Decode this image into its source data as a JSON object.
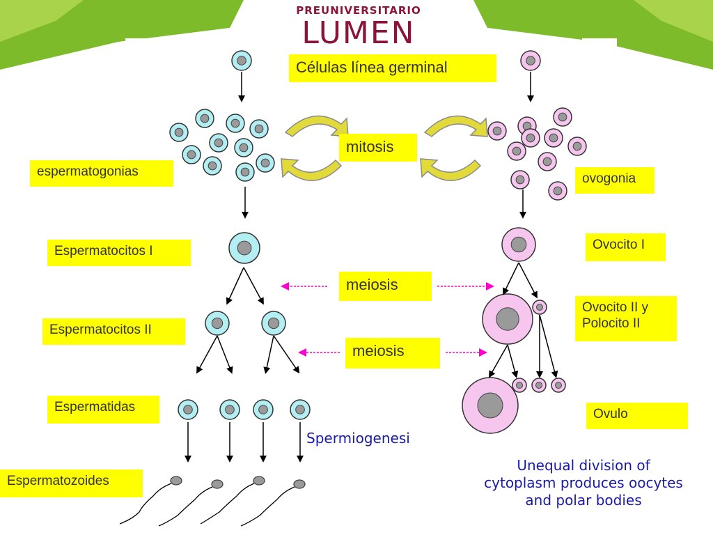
{
  "logo": {
    "top_text": "PREUNIVERSITARIO",
    "main_text": "LUMEN"
  },
  "labels": {
    "germinal": "Células línea germinal",
    "mitosis": "mitosis",
    "meiosis_1": "meiosis",
    "meiosis_2": "meiosis",
    "espermatogonias": "espermatogonias",
    "ovogonia": "ovogonia",
    "espermatocitos_1": "Espermatocitos I",
    "ovocito_1": "Ovocito I",
    "espermatocitos_2": "Espermatocitos II",
    "ovocito_2": "Ovocito II y\nPolocito II",
    "espermatidas": "Espermatidas",
    "ovulo": "Ovulo",
    "espermatozoides": "Espermatozoides"
  },
  "annotations": {
    "spermiogenesis": "Spermiogenesi",
    "unequal": "Unequal division of\ncytoplasm produces oocytes\nand  polar bodies"
  },
  "colors": {
    "sperm_cell": "#b3eef2",
    "egg_cell": "#f6c6ee",
    "nucleus": "#9a9a9a",
    "label_bg": "#ffff00",
    "arrow_magenta": "#ff00cc",
    "cycle_arrow": "#e2d93a",
    "header_green": "#7dbb2a"
  }
}
